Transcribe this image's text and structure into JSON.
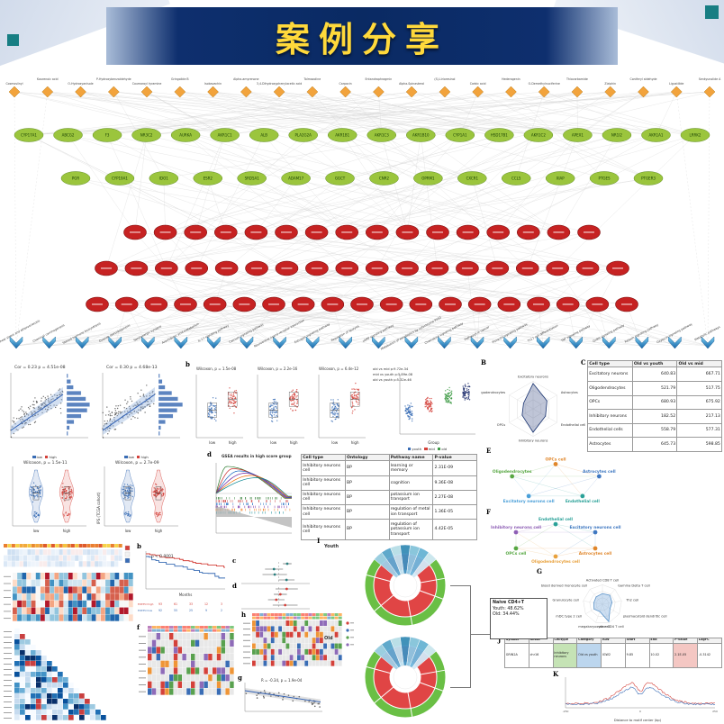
{
  "title": "案例分享",
  "network": {
    "compounds": [
      "Cosmosiinyl",
      "Kaurenoic acid",
      "O-Hydroxyanisole",
      "P-Hydroxybenzaldehyde",
      "Coumaroyl tyramine",
      "Gringolide B",
      "Isobavachin",
      "Alpha-amyrenone",
      "3,4-Dihydroxyphenylacetic acid",
      "Tolmazoline",
      "Carpacin",
      "Entandrophragmin",
      "Alpha-Spinasterol",
      "(S)-Lirioresinol",
      "Carbic acid",
      "Hederagenin",
      "O-Demethylnuciferine",
      "Thiocarbamide",
      "Ziziphin",
      "Coniferyl aldehyde",
      "Ligustilide",
      "Senkyunolide A"
    ],
    "genes_row1": [
      "CYP17A1",
      "ABCG2",
      "F3",
      "NR3C2",
      "AURKA",
      "AKR1C1",
      "ALB",
      "PLA2G2A",
      "AKR1B1",
      "AKR1C3",
      "AKR1B10",
      "CYP1A1",
      "HSD17B1",
      "AKR1C2",
      "APEX1",
      "NR1I2",
      "AKR1A1",
      "LRRK2"
    ],
    "genes_row2": [
      "PGR",
      "CYP19A1",
      "IDO1",
      "ESR2",
      "SRD5A1",
      "ADAM17",
      "GGCT",
      "CNR2",
      "OPRM1",
      "CXCR1",
      "CCL5",
      "XIAP",
      "PTGES",
      "PTGER3"
    ],
    "go_term_rows": [
      16,
      18,
      19
    ],
    "pathways": [
      "Fluid shear stress and atherosclerosis",
      "Chemical carcinogenesis",
      "Steroid hormone biosynthesis",
      "Ovarian steroidogenesis",
      "Serotonergic synapse",
      "Arachidonic acid metabolism",
      "IL-17 signaling pathway",
      "Calcium signaling pathway",
      "Neuroactive ligand-receptor interaction",
      "Estrogen signaling pathway",
      "Regulation of lipolysis",
      "cAMP signaling pathway",
      "Metabolism of xenobiotics by cytochrome P450",
      "Chemokine signaling pathway",
      "Pathways in cancer",
      "Prolactin signaling pathway",
      "Th17 cell differentiation",
      "TNF signaling pathway",
      "GnRH signaling pathway",
      "Relaxin signaling pathway",
      "Oxytocin signaling pathway",
      "Metabolic pathways"
    ],
    "colors": {
      "compound": "#f2a33c",
      "gene": "#9bc53d",
      "go_term": "#c62222",
      "pathway": "#2a8fd0"
    }
  },
  "panels": {
    "scatter1": {
      "cor_text": "Cor = 0.23 p = 4.51e-08"
    },
    "scatter2": {
      "cor_text": "Cor = 0.30 p = 4.68e-13"
    },
    "jitter_row": {
      "letter": "b",
      "group_colors": [
        "#3a6db5",
        "#d4413a"
      ],
      "plots": [
        {
          "p_text": "Wilcoxon, p = 1.5e-08",
          "groups": [
            "low",
            "high"
          ]
        },
        {
          "p_text": "Wilcoxon, p = 2.2e-16",
          "groups": [
            "low",
            "high"
          ]
        },
        {
          "p_text": "Wilcoxon, p = 6.4e-12",
          "groups": [
            "low",
            "high"
          ]
        }
      ],
      "multi": {
        "stats": [
          "old vs mid p:9.72e-34",
          "mid vs youth p:5.89e-08",
          "old vs youth p:5.32e-46"
        ],
        "groups": [
          "youth",
          "mid",
          "old"
        ],
        "colors": [
          "#3a6db5",
          "#d4413a",
          "#3f9b47",
          "#1b2a6b"
        ],
        "xlabel": "Group"
      }
    },
    "radarB": {
      "letter": "B",
      "labels": [
        "Excitatory neurons",
        "Astrocytes",
        "Endothelial cells",
        "Inhibitory neurons",
        "OPCs",
        "Oligodendrocytes"
      ],
      "values": [
        0.92,
        0.58,
        0.52,
        0.85,
        0.46,
        0.4
      ]
    },
    "tableC": {
      "letter": "C",
      "header": [
        "Cell type",
        "Old vs youth",
        "Old vs mid"
      ],
      "rows": [
        [
          "Excitatory neurons",
          "640.83",
          "667.71"
        ],
        [
          "Oligodendrocytes",
          "521.79",
          "517.75"
        ],
        [
          "OPCs",
          "680.93",
          "675.92"
        ],
        [
          "Inhibitory neurons",
          "182.52",
          "217.13"
        ],
        [
          "Endothelial cells",
          "558.79",
          "577.31"
        ],
        [
          "Astrocytes",
          "645.73",
          "598.85"
        ]
      ]
    },
    "violin1": {
      "p_text": "Wilcoxon, p = 1.5e-11",
      "groups": [
        "low",
        "high"
      ]
    },
    "violin2": {
      "p_text": "Wilcoxon, p = 2.7e-09",
      "ylabel": "IPS (TCGA cohort)",
      "groups": [
        "low",
        "high"
      ]
    },
    "gsea": {
      "letter": "d",
      "title": "GSEA results in high score group"
    },
    "tablePathway": {
      "header": [
        "Cell type",
        "Ontology",
        "Pathway name",
        "P-value"
      ],
      "rows": [
        [
          "Inhibitory neurons cell",
          "BP",
          "learning or memory",
          "2.31E-09"
        ],
        [
          "Inhibitory neurons cell",
          "BP",
          "cognition",
          "9.36E-08"
        ],
        [
          "Inhibitory neurons cell",
          "BP",
          "potassium ion transport",
          "2.27E-08"
        ],
        [
          "Inhibitory neurons cell",
          "BP",
          "regulation of metal ion transport",
          "1.36E-05"
        ],
        [
          "Inhibitory neurons cell",
          "BP",
          "regulation of potassium ion transport",
          "4.42E-05"
        ]
      ]
    },
    "networkE": {
      "letter": "E",
      "nodes": [
        {
          "label": "OPCs cell",
          "color": "#e0862a"
        },
        {
          "label": "Astrocytes cell",
          "color": "#3f78c1"
        },
        {
          "label": "Endothelial cell",
          "color": "#2aa198"
        },
        {
          "label": "Excitatory neurons cell",
          "color": "#4a9fd8"
        },
        {
          "label": "Oligodendrocytes",
          "color": "#57a742"
        }
      ]
    },
    "networkF": {
      "letter": "F",
      "nodes": [
        {
          "label": "Endothelial cell",
          "color": "#2aa198"
        },
        {
          "label": "Excitatory neurons cell",
          "color": "#3f78c1"
        },
        {
          "label": "Astrocytes cell",
          "color": "#e0862a"
        },
        {
          "label": "Oligodendrocytes cell",
          "color": "#e8a13c"
        },
        {
          "label": "OPCs cell",
          "color": "#57a742"
        },
        {
          "label": "Inhibitory neurons cell",
          "color": "#8e5fb5"
        }
      ]
    },
    "radarG": {
      "letter": "G",
      "labels": [
        "Activated CD8 T cell",
        "Gamma Delta T cell",
        "Th2 cell",
        "plasmacytoid dendritic cell",
        "naive CD4 T cell",
        "megakaryocyte cell",
        "mDC type 2 cell",
        "Granulocyte cell",
        "blood derived monocyte cell"
      ],
      "values": [
        0.55,
        0.6,
        0.5,
        0.45,
        0.95,
        0.4,
        0.5,
        0.45,
        0.5
      ]
    },
    "km": {
      "letter": "b",
      "p_text": "p < 0.0001",
      "xlabel": "Months",
      "strata": [
        "EXP35=high",
        "EXP35=low"
      ],
      "risk_rows": [
        [
          "93",
          "61",
          "33",
          "12",
          "3"
        ],
        [
          "92",
          "55",
          "25",
          "9",
          "2"
        ]
      ]
    },
    "forest": {
      "letters": [
        "c",
        "d"
      ]
    },
    "oncoF": {
      "letter": "f"
    },
    "oncoH": {
      "letter": "h"
    },
    "scatterG2": {
      "letter": "g",
      "r_text": "R = -0.34, p = 1.9e-04"
    },
    "donuts": {
      "letter": "I",
      "titles": [
        "Youth",
        "Old"
      ],
      "outer_color": "#6abf45",
      "inner_color": "#e04545",
      "fan_colors": [
        "#9ecfe8",
        "#5fa8d3",
        "#bfe0f0",
        "#3f8fc0",
        "#8cc6e4",
        "#6fb6dd",
        "#d2e9f7"
      ]
    },
    "callout": {
      "lines": [
        "Naive CD4+T",
        "Youth: 48.62%",
        "Old: 34.44%"
      ]
    },
    "tableJ": {
      "letter": "J",
      "header": [
        "Symbol",
        "Resse",
        "Celltype",
        "Category",
        "IGW",
        "Start",
        "End",
        "P-value",
        "LogFC"
      ],
      "rows": [
        [
          "GRIN2A",
          "chr16",
          "Inhibitory neurons",
          "Old vs youth",
          "IGW2",
          "9.85",
          "10.02",
          "2.1E-05",
          "-0.3142"
        ]
      ]
    },
    "footprintK": {
      "letter": "K",
      "xlabel": "Distance to motif center (bp)",
      "series": [
        "Old",
        "Youth"
      ],
      "colors": [
        "#d4413a",
        "#3a6db5"
      ]
    }
  }
}
